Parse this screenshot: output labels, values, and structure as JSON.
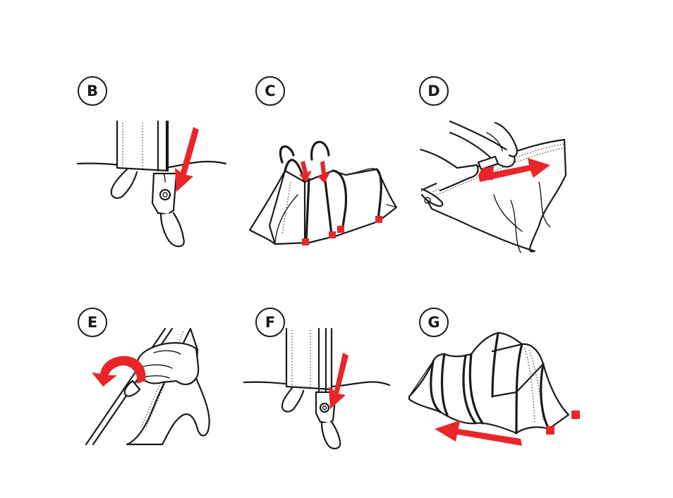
{
  "accent_color": "#e8262a",
  "line_color": "#1a1a1a",
  "steps": [
    {
      "label": "B"
    },
    {
      "label": "C"
    },
    {
      "label": "D"
    },
    {
      "label": "E"
    },
    {
      "label": "F"
    },
    {
      "label": "G"
    }
  ]
}
